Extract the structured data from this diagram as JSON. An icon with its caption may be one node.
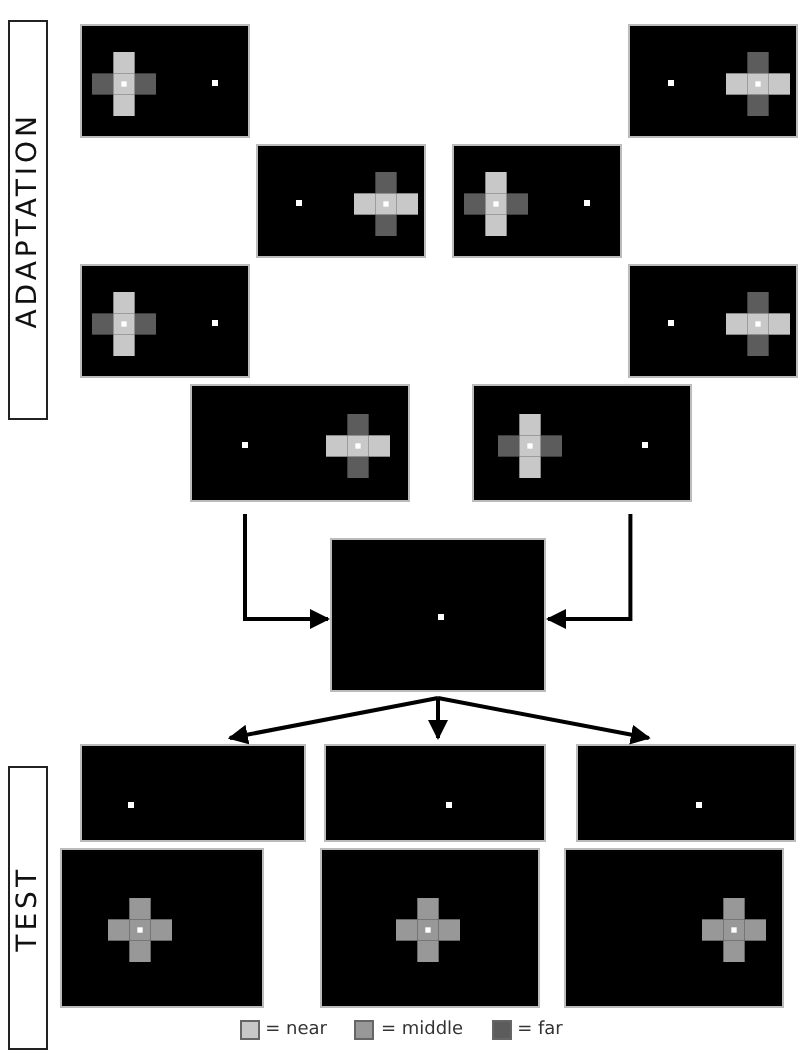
{
  "diagram": {
    "nodes": [
      {
        "text": [
          "ADAPTATION"
        ]
      },
      {
        "text": [],
        "shape": "picture"
      },
      {
        "text": [],
        "shape": "picture"
      },
      {
        "text": [],
        "shape": "picture"
      },
      {
        "text": [],
        "shape": "picture"
      },
      {
        "text": [],
        "shape": "picture"
      },
      {
        "text": [],
        "shape": "picture"
      },
      {
        "text": [],
        "shape": "picture"
      },
      {
        "text": [],
        "shape": "picture"
      },
      {
        "text": [],
        "shape": "picture"
      },
      {
        "text": [
          "TEST"
        ]
      },
      {
        "text": [],
        "shape": "picture"
      },
      {
        "text": [],
        "shape": "picture"
      },
      {
        "text": [],
        "shape": "picture"
      },
      {
        "text": [],
        "shape": "picture"
      },
      {
        "text": [],
        "shape": "picture"
      },
      {
        "text": [],
        "shape": "picture"
      }
    ],
    "edges": [
      {
        "from": 7,
        "to": 9,
        "arrow": "to"
      },
      {
        "from": 8,
        "to": 9,
        "arrow": "to"
      },
      {
        "from": 9,
        "to": 11,
        "arrow": "to"
      },
      {
        "from": 9,
        "to": 12,
        "arrow": "to"
      },
      {
        "from": 9,
        "to": 13,
        "arrow": "to"
      }
    ],
    "legend": [
      {
        "text": "= near",
        "color": "#c8c8c8"
      },
      {
        "text": "= middle",
        "color": "#989898"
      },
      {
        "text": "= far",
        "color": "#5c5c5c"
      }
    ]
  }
}
